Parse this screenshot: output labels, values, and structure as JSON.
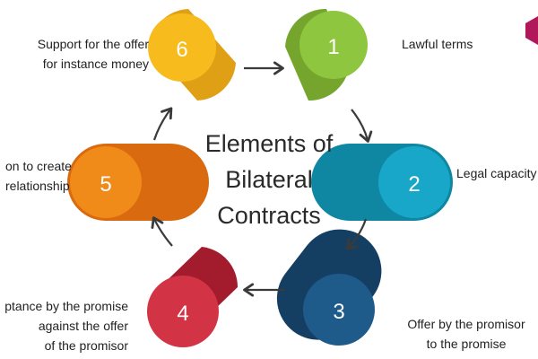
{
  "title": {
    "lines": [
      "Elements of",
      "Bilateral",
      "Contracts"
    ]
  },
  "elements": [
    {
      "number": "1",
      "color": "#8ec63f",
      "label_lines": [
        "Lawful terms"
      ]
    },
    {
      "number": "2",
      "color": "#18a7c9",
      "label_lines": [
        "Legal capacity"
      ]
    },
    {
      "number": "3",
      "color": "#1e5b8a",
      "label_lines": [
        "Offer by the promisor",
        "to the promise"
      ]
    },
    {
      "number": "4",
      "color": "#d33445",
      "label_lines": [
        "ptance by the promise",
        "against the offer",
        "of the promisor"
      ]
    },
    {
      "number": "5",
      "color": "#f08a18",
      "label_lines": [
        "on to create",
        "relationship"
      ]
    },
    {
      "number": "6",
      "color": "#f7bb1d",
      "label_lines": [
        "Support for the offer",
        "for instance money"
      ]
    }
  ],
  "colors": {
    "text": "#222222",
    "arrow": "#3a3a3a",
    "corner_mark": "#b0185a"
  }
}
